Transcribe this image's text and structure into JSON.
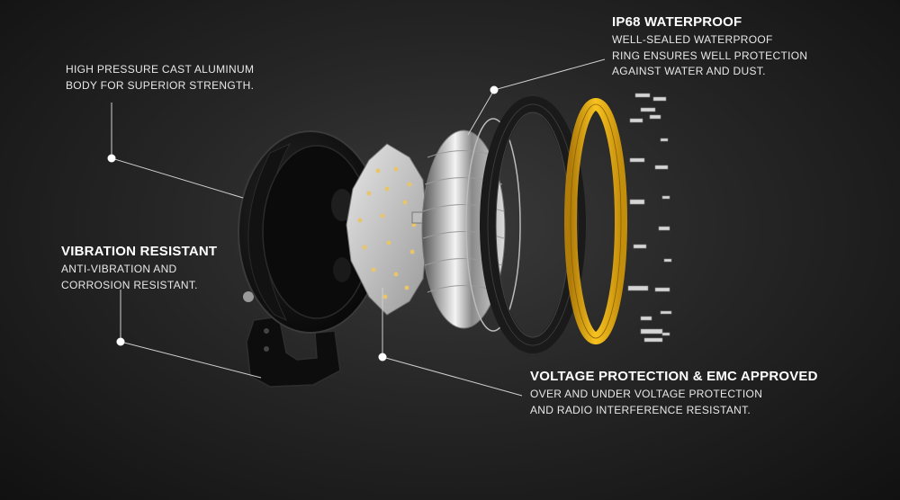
{
  "callouts": {
    "aluminum": {
      "lines": [
        "HIGH PRESSURE CAST ALUMINUM",
        "BODY FOR SUPERIOR STRENGTH."
      ]
    },
    "waterproof": {
      "title": "IP68 WATERPROOF",
      "lines": [
        "WELL-SEALED WATERPROOF",
        "RING ENSURES WELL PROTECTION",
        "AGAINST WATER AND DUST."
      ]
    },
    "vibration": {
      "title": "VIBRATION RESISTANT",
      "lines": [
        "ANTI-VIBRATION AND",
        "CORROSION RESISTANT."
      ]
    },
    "voltage": {
      "title": "VOLTAGE PROTECTION & EMC APPROVED",
      "lines": [
        "OVER AND UNDER VOLTAGE PROTECTION",
        "AND RADIO INTERFERENCE RESISTANT."
      ]
    }
  },
  "colors": {
    "background": "#1c1c1c",
    "housing": "#0e0e0e",
    "pcb": "#c9c9c9",
    "led": "#e8c46a",
    "reflector": "#d8d8d8",
    "bezel": "#1a1a1a",
    "gasket": "#f2b417",
    "leader": "#d0d0d0"
  }
}
